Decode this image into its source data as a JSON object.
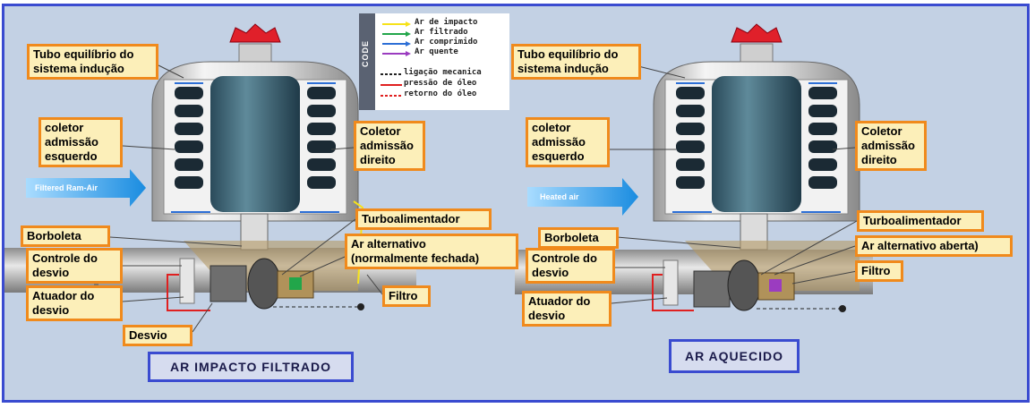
{
  "legend": {
    "code": "CODE",
    "items": [
      {
        "label": "Ar de impacto",
        "color": "#f6e21a"
      },
      {
        "label": "Ar filtrado",
        "color": "#22a64a"
      },
      {
        "label": "Ar comprimido",
        "color": "#2d6fd6"
      },
      {
        "label": "Ar quente",
        "color": "#9b3cc0"
      }
    ],
    "lines": [
      {
        "label": "ligação mecanica",
        "color": "#222222",
        "style": "dashed"
      },
      {
        "label": "pressão de óleo",
        "color": "#e02020",
        "style": "solid"
      },
      {
        "label": "retorno do óleo",
        "color": "#e02020",
        "style": "dashed"
      }
    ]
  },
  "left": {
    "tubo": "Tubo equilíbrio do\nsistema indução",
    "coletor_esq": "coletor\nadmissão\nesquerdo",
    "coletor_dir": "Coletor\nadmissão\ndireito",
    "arrow": "Filtered Ram-Air",
    "turbo": "Turboalimentador",
    "borboleta": "Borboleta",
    "ar_alt": "Ar alternativo\n(normalmente fechada)",
    "controle": "Controle do\ndesvio",
    "atuador": "Atuador do\ndesvio",
    "filtro": "Filtro",
    "desvio": "Desvio",
    "mode": "AR IMPACTO FILTRADO"
  },
  "right": {
    "tubo": "Tubo equilíbrio do\nsistema indução",
    "coletor_esq": "coletor\nadmissão\nesquerdo",
    "coletor_dir": "Coletor\nadmissão\ndireito",
    "arrow": "Heated air",
    "turbo": "Turboalimentador",
    "borboleta": "Borboleta",
    "ar_alt": "Ar alternativo  aberta)",
    "controle": "Controle do\ndesvio",
    "atuador": "Atuador do\ndesvio",
    "filtro": "Filtro",
    "mode": "AR AQUECIDO"
  }
}
